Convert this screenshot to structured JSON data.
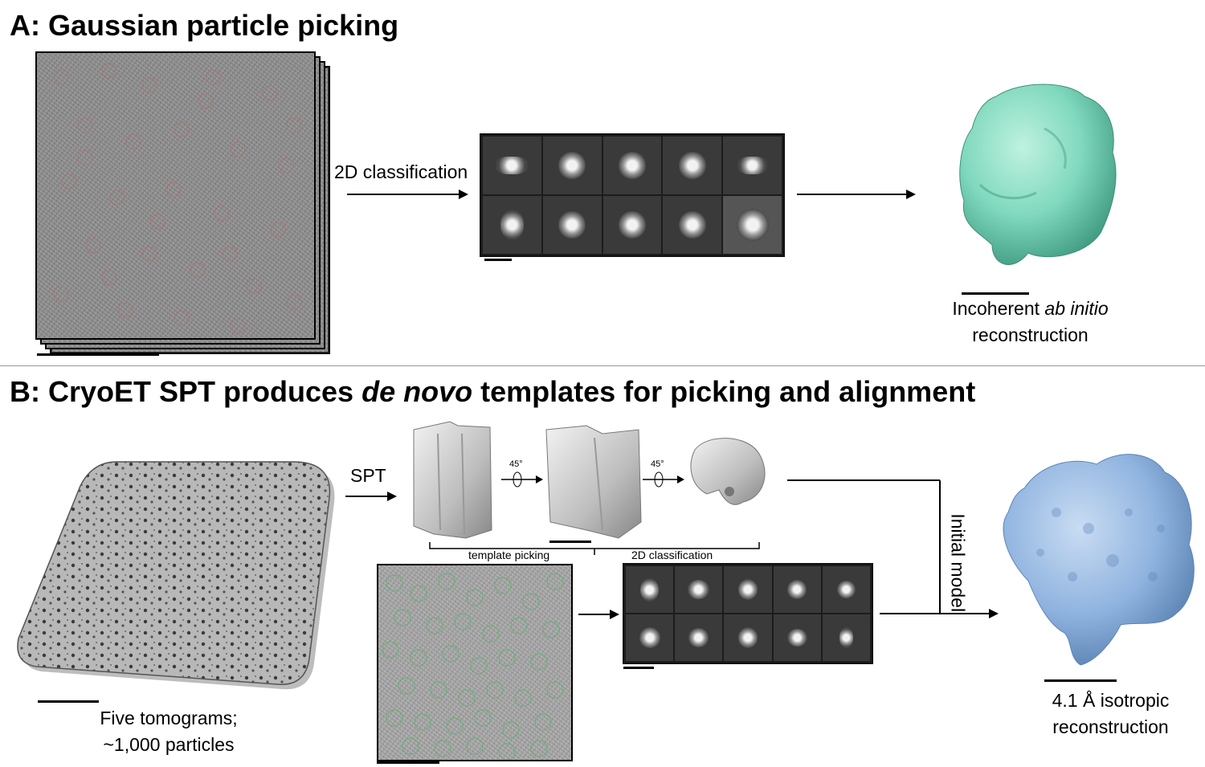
{
  "panel_a": {
    "heading": "A: Gaussian particle picking",
    "arrow_label": "2D classification",
    "caption_line1_pre": "Incoherent ",
    "caption_line1_italic": "ab initio",
    "caption_line2": "reconstruction",
    "map_color": "#7fd8bd"
  },
  "panel_b": {
    "heading_pre": "B: CryoET SPT produces ",
    "heading_italic": "de novo",
    "heading_post": " templates for picking and alignment",
    "spt_label": "SPT",
    "rotation_1": "45°",
    "rotation_2": "45°",
    "template_picking_label": "template picking",
    "classification_label": "2D classification",
    "initial_model_label": "Initial model",
    "tomo_caption_line1": "Five tomograms;",
    "tomo_caption_line2": "~1,000 particles",
    "final_caption_line1": "4.1 Å isotropic",
    "final_caption_line2": "reconstruction",
    "map_color": "#8fb3df",
    "circle_color": "#59b36b"
  }
}
